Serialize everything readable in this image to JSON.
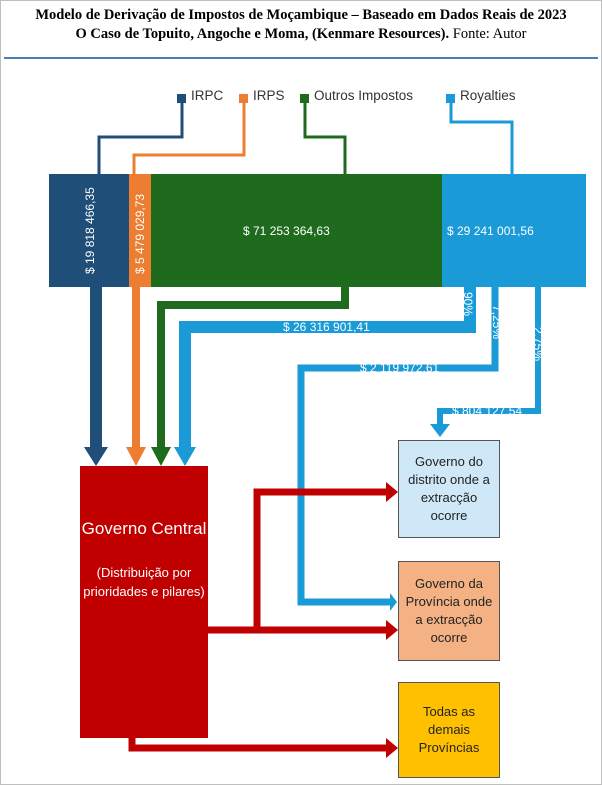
{
  "title": {
    "line1": "Modelo de Derivação de Impostos de Moçambique – Baseado em Dados Reais de 2023",
    "line2_bold": "O Caso de Topuito, Angoche e Moma, (Kenmare Resources).",
    "line2_source": " Fonte: Autor"
  },
  "legend": [
    {
      "label": "IRPC",
      "color": "#1f4e79"
    },
    {
      "label": "IRPS",
      "color": "#ed7d31"
    },
    {
      "label": "Outros Impostos",
      "color": "#1e6b1e"
    },
    {
      "label": "Royalties",
      "color": "#1a9ad6"
    }
  ],
  "bar": {
    "irpc": "$ 19 818 466,35",
    "irps": "$ 5 479 029,73",
    "outros": "$ 71 253 364,63",
    "royalties": "$ 29 241 001,56"
  },
  "royalty_split": {
    "central_pct": "90%",
    "central_value": "$  26 316 901,41",
    "province_pct": "7,25%",
    "province_value": "$  2 119 972,61",
    "district_pct": "2,75%",
    "district_value": "$  804 127,54"
  },
  "central": {
    "title": "Governo Central",
    "subtitle": "(Distribuição por prioridades e pilares)"
  },
  "boxes": {
    "district": "Governo do distrito onde a extracção ocorre",
    "province": "Governo da Província onde a extracção ocorre",
    "others": "Todas as demais Províncias"
  },
  "colors": {
    "irpc": "#1f4e79",
    "irps": "#ed7d31",
    "outros": "#1e6b1e",
    "royalties": "#1a9ad6",
    "central": "#c00000",
    "district_box": "#cfe8f7",
    "province_box": "#f4b183",
    "others_box": "#ffc000"
  }
}
